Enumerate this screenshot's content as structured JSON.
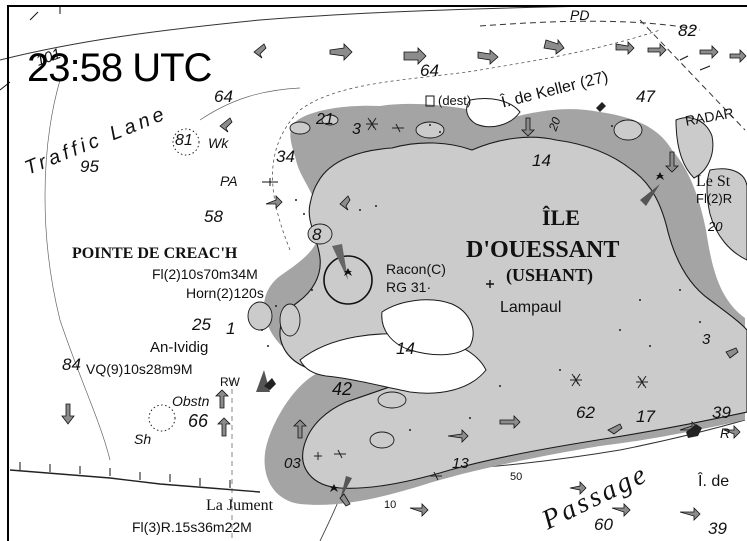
{
  "timestamp": "23:58 UTC",
  "place_names": {
    "island": "ÎLE",
    "island2": "D'OUESSANT",
    "island_en": "(USHANT)",
    "point": "POINTE DE CREAC'H",
    "lampaul": "Lampaul",
    "an_ividig": "An-Ividig",
    "la_jument": "La Jument",
    "le_st": "Le St",
    "traffic": "Traffic Lane",
    "de_keller": "Î. de Keller (27)",
    "passage": "Passage",
    "i_de": "Î. de",
    "radar": "RADAR"
  },
  "lights": {
    "creach_light": "Fl(2)10s70m34M",
    "creach_horn": "Horn(2)120s",
    "racon": "Racon(C)",
    "rg": "RG 31·",
    "an_ividig_light": "VQ(9)10s28m9M",
    "rw": "RW",
    "jument_light": "Fl(3)R.15s36m22M",
    "fl2r": "Fl(2)R",
    "obstn": "Obstn",
    "wk": "Wk",
    "sh": "Sh",
    "pa": "PA",
    "pd": "PD",
    "dest": "(dest)",
    "r": "R"
  },
  "soundings": {
    "s101": "101",
    "s95": "95",
    "s64a": "64",
    "s64b": "64",
    "s81": "81",
    "s34": "34",
    "s58": "58",
    "s8": "8",
    "s25": "25",
    "s1": "1",
    "s84": "84",
    "s66": "66",
    "s42": "42",
    "s14a": "14",
    "s14b": "14",
    "s47": "47",
    "s82": "82",
    "s21": "21",
    "s3": "3",
    "s20": "20",
    "s62": "62",
    "s17": "17",
    "s39a": "39",
    "s39b": "39",
    "s13": "13",
    "s03": "03",
    "s50": "50",
    "s10": "10",
    "s60": "60",
    "s3b": "3",
    "s20b": "20"
  },
  "colors": {
    "land": "#c8c8c8",
    "land_edge": "#1a1a1a",
    "drying": "#9a9a9a",
    "arrow": "#8a8a8a",
    "ink": "#111111"
  }
}
